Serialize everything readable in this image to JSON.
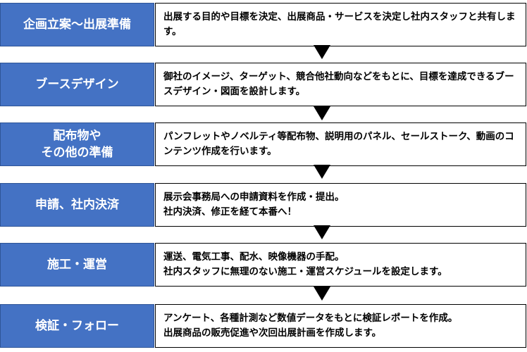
{
  "steps": [
    {
      "label": "企画立案～出展準備",
      "description": "出展する目的や目標を決定、出展商品・サービスを決定し社内スタッフと共有します。"
    },
    {
      "label": "ブースデザイン",
      "description": "御社のイメージ、ターゲット、競合他社動向などをもとに、目標を達成できるブースデザイン・図面を設計します。"
    },
    {
      "label": "配布物や\nその他の準備",
      "description": "パンフレットやノベルティ等配布物、説明用のパネル、セールストーク、動画のコンテンツ作成を行います。"
    },
    {
      "label": "申請、社内決済",
      "description": "展示会事務局への申請資料を作成・提出。\n社内決済、修正を経て本番へ！"
    },
    {
      "label": "施工・運営",
      "description": "運送、電気工事、配水、映像機器の手配。\n社内スタッフに無理のない施工・運営スケジュールを設定します。"
    },
    {
      "label": "検証・フォロー",
      "description": "アンケート、各種計測など数値データをもとに検証レポートを作成。\n出展商品の販売促進や次回出展計画を作成します。"
    }
  ]
}
